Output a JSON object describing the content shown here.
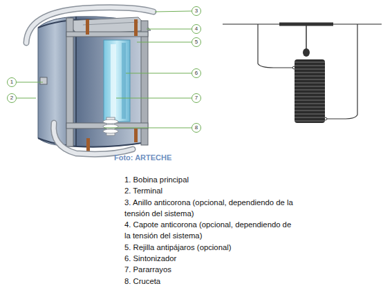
{
  "diagram": {
    "nodes": [
      {
        "text": [
          "1"
        ]
      },
      {
        "text": [
          "2"
        ]
      },
      {
        "text": [
          "3"
        ]
      },
      {
        "text": [
          "4"
        ]
      },
      {
        "text": [
          "5"
        ]
      },
      {
        "text": [
          "6"
        ]
      },
      {
        "text": [
          "7"
        ]
      },
      {
        "text": [
          "8"
        ]
      }
    ],
    "labels": [
      "Foto: ARTECHE",
      "1. Bobina principal",
      "2. Terminal",
      "3. Anillo anticorona (opcional, dependiendo de la tensión del sistema)",
      "4. Capote anticorona (opcional, dependiendo de la tensión del sistema)",
      "5. Rejilla antipájaros (opcional)",
      "6. Sintonizador",
      "7. Pararrayos",
      "8. Cruceta"
    ]
  }
}
